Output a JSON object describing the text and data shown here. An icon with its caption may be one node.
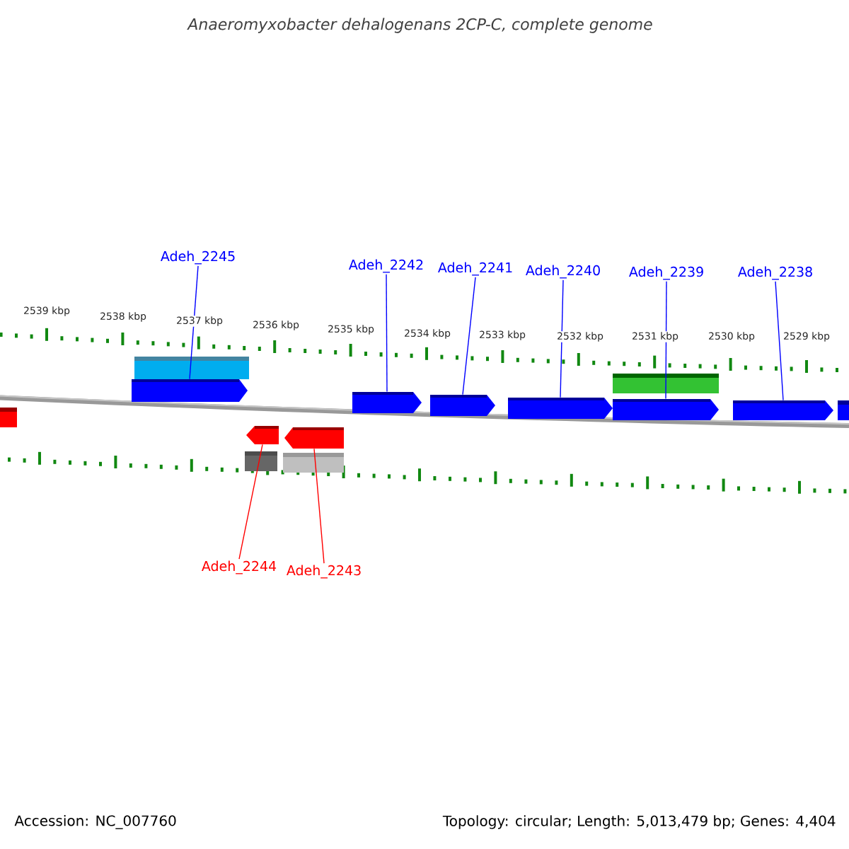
{
  "diagram": {
    "title": "Anaeromyxobacter dehalogenans 2CP-C, complete genome",
    "nodes": [
      {
        "text": [
          "Adeh_2245"
        ]
      },
      {
        "text": [
          "Adeh_2242"
        ]
      },
      {
        "text": [
          "Adeh_2241"
        ]
      },
      {
        "text": [
          "Adeh_2240"
        ]
      },
      {
        "text": [
          "Adeh_2239"
        ]
      },
      {
        "text": [
          "Adeh_2238"
        ]
      },
      {
        "text": [
          "Adeh_2244"
        ]
      },
      {
        "text": [
          "Adeh_2243"
        ]
      },
      {
        "text": [],
        "shape": "box"
      },
      {
        "text": [],
        "shape": "pentagon"
      },
      {
        "text": [],
        "shape": "pentagon"
      },
      {
        "text": [],
        "shape": "pentagon"
      },
      {
        "text": [],
        "shape": "pentagon"
      },
      {
        "text": [],
        "shape": "pentagon"
      },
      {
        "text": [],
        "shape": "pentagon"
      },
      {
        "text": [],
        "shape": "pentagon"
      },
      {
        "text": [],
        "shape": "pentagon"
      },
      {
        "text": [],
        "shape": "box"
      }
    ],
    "edges": [
      {
        "from": 0,
        "to": 9,
        "arrow": "none"
      },
      {
        "from": 1,
        "to": 12,
        "arrow": "none"
      },
      {
        "from": 2,
        "to": 13,
        "arrow": "none"
      },
      {
        "from": 3,
        "to": 14,
        "arrow": "none"
      },
      {
        "from": 4,
        "to": 15,
        "arrow": "none"
      },
      {
        "from": 5,
        "to": 16,
        "arrow": "none"
      },
      {
        "from": 6,
        "to": 10,
        "arrow": "none",
        "color": "#ff0000"
      },
      {
        "from": 7,
        "to": 11,
        "arrow": "none",
        "color": "#ff0000"
      }
    ],
    "labels": [
      "2539 kbp",
      "2538 kbp",
      "2537 kbp",
      "2536 kbp",
      "2535 kbp",
      "2534 kbp",
      "2533 kbp",
      "2532 kbp",
      "2531 kbp",
      "2530 kbp",
      "2529 kbp",
      "Accession: NC_007760",
      "Topology: circular; Length: 5,013,479 bp; Genes: 4,404"
    ]
  }
}
